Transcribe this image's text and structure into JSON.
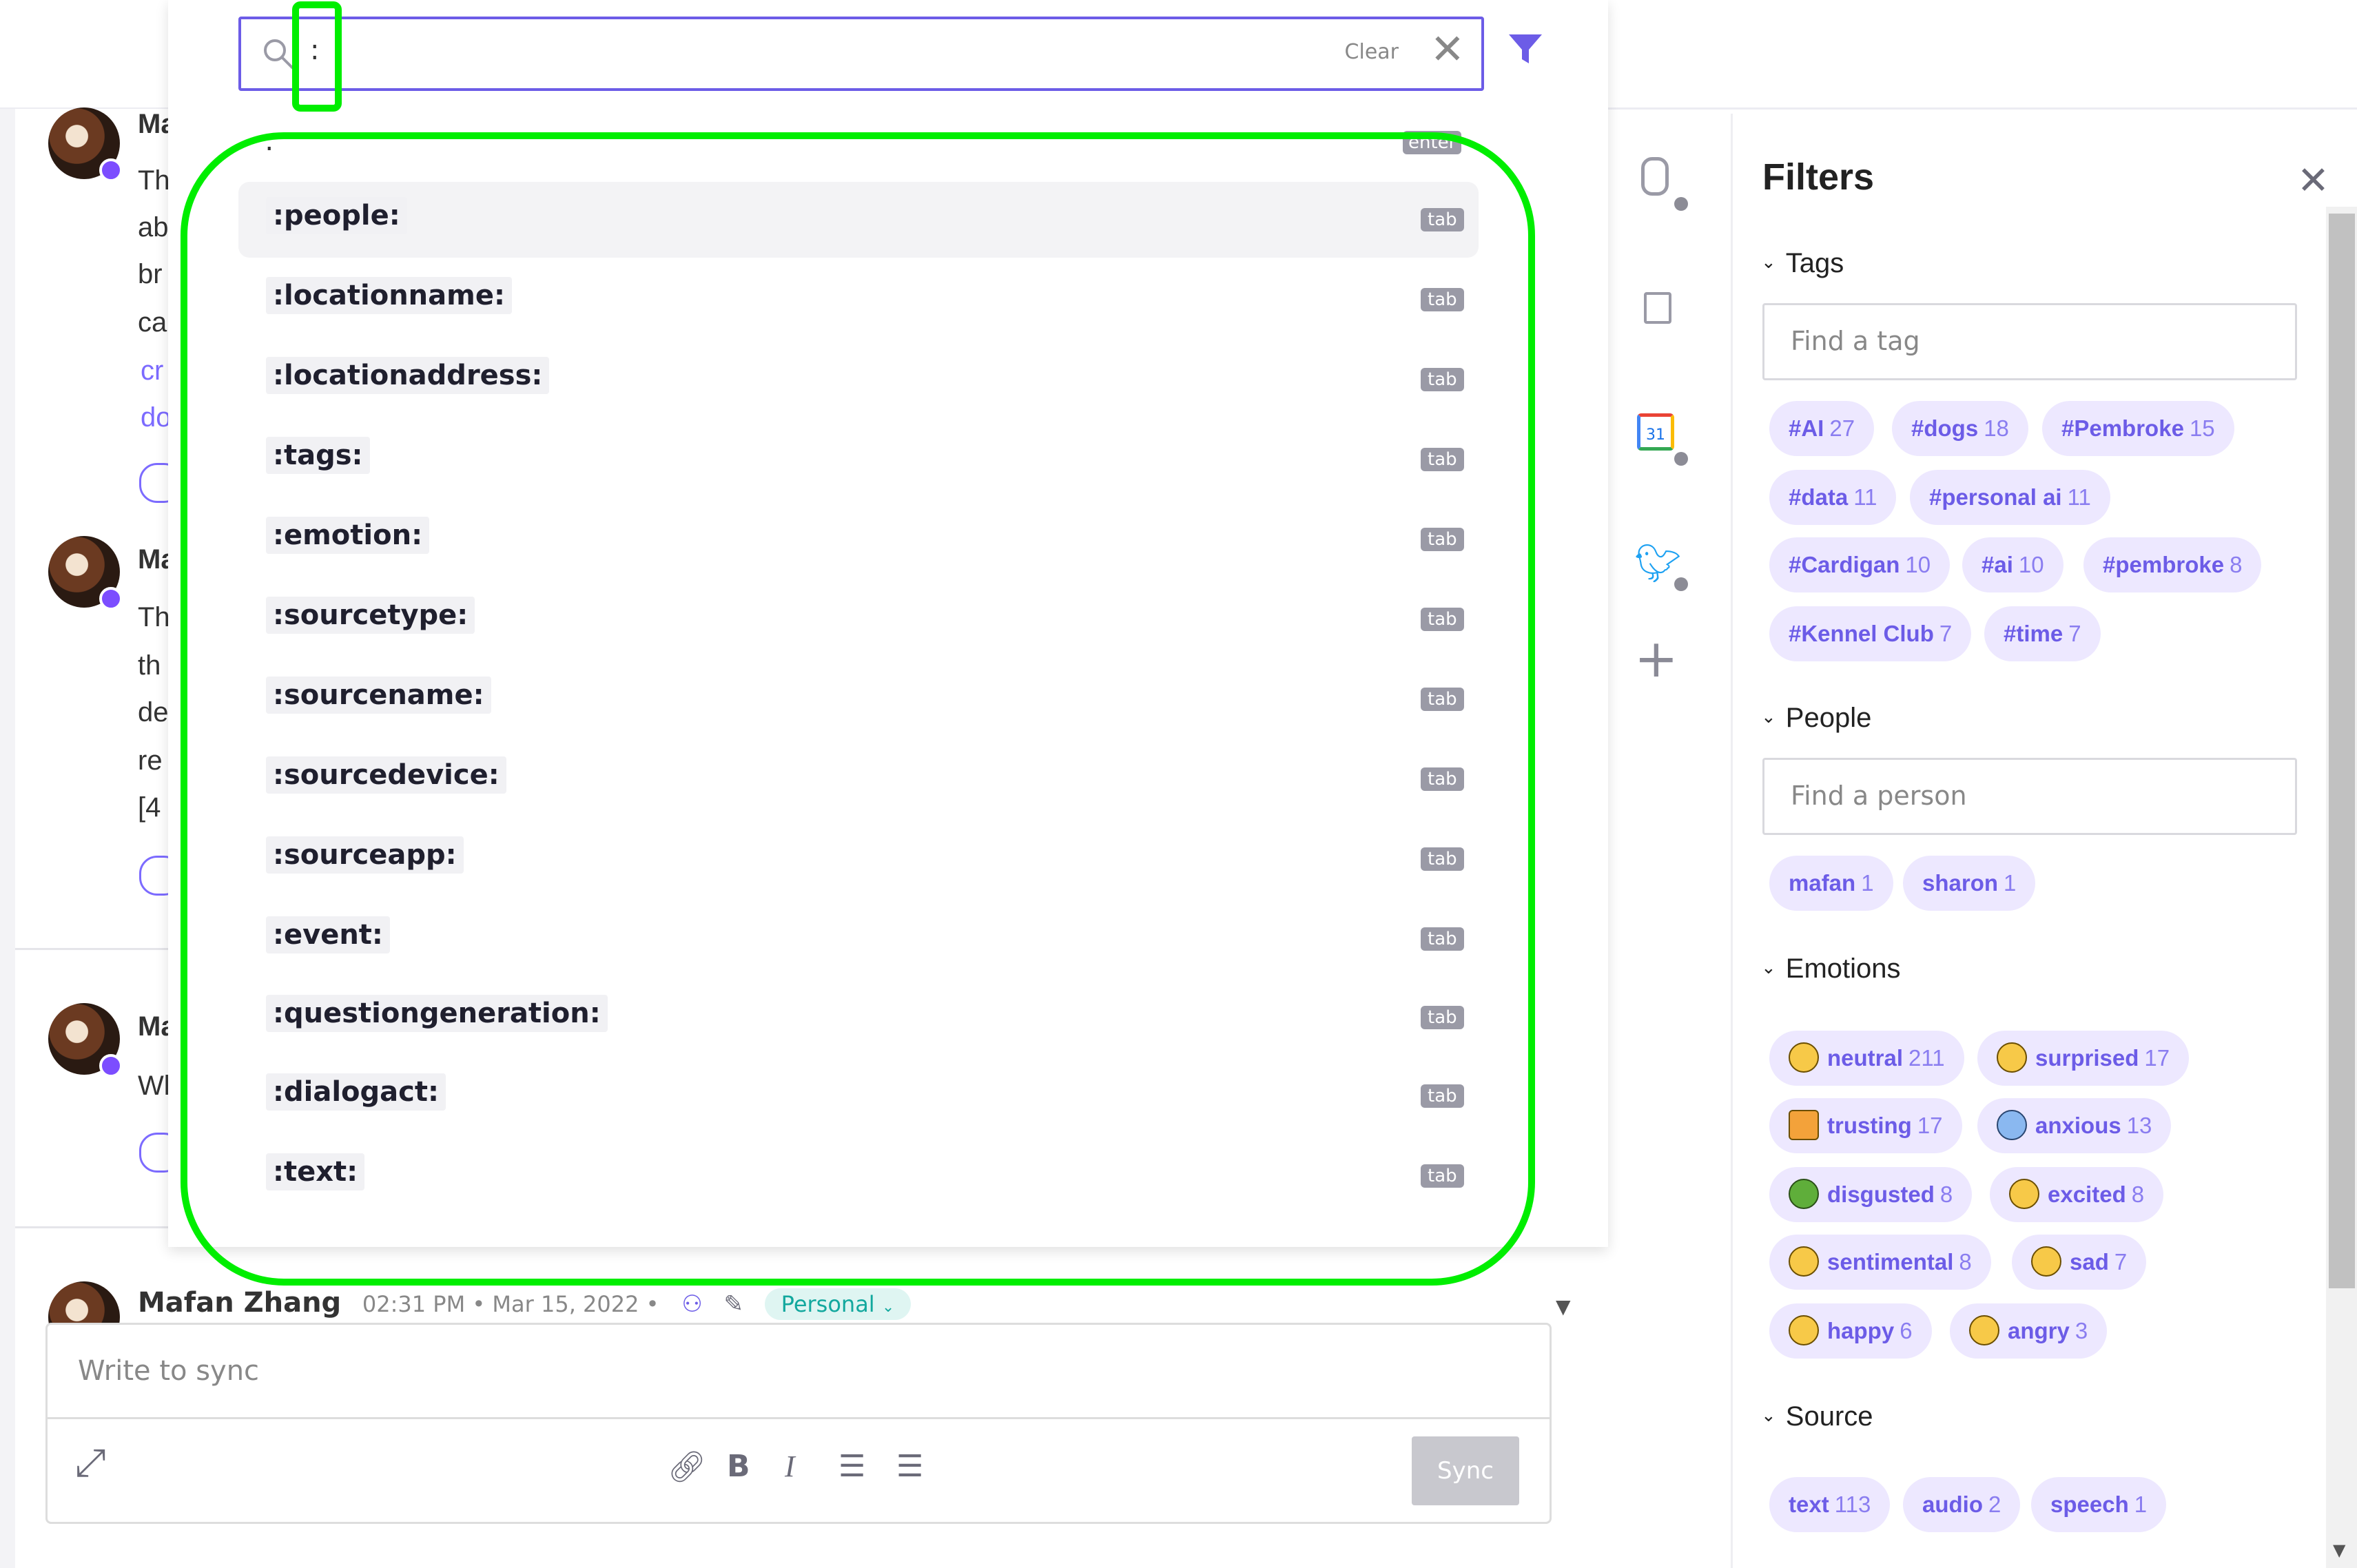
{
  "search": {
    "value": ":",
    "clear_label": "Clear"
  },
  "suggestions": {
    "current_text": ":",
    "enter_badge": "enter",
    "items": [
      {
        "label": ":people:",
        "badge": "tab"
      },
      {
        "label": ":locationname:",
        "badge": "tab"
      },
      {
        "label": ":locationaddress:",
        "badge": "tab"
      },
      {
        "label": ":tags:",
        "badge": "tab"
      },
      {
        "label": ":emotion:",
        "badge": "tab"
      },
      {
        "label": ":sourcetype:",
        "badge": "tab"
      },
      {
        "label": ":sourcename:",
        "badge": "tab"
      },
      {
        "label": ":sourcedevice:",
        "badge": "tab"
      },
      {
        "label": ":sourceapp:",
        "badge": "tab"
      },
      {
        "label": ":event:",
        "badge": "tab"
      },
      {
        "label": ":questiongeneration:",
        "badge": "tab"
      },
      {
        "label": ":dialogact:",
        "badge": "tab"
      },
      {
        "label": ":text:",
        "badge": "tab"
      }
    ]
  },
  "feed": {
    "post1": {
      "name": "Ma",
      "lines": [
        "Th",
        "ab",
        "br",
        "ca"
      ],
      "links": [
        "cr",
        "do"
      ]
    },
    "post2": {
      "name": "Ma",
      "lines": [
        "Th",
        "th",
        "de",
        "re",
        "[4"
      ]
    },
    "post3": {
      "name": "Ma",
      "lines": [
        "Wl"
      ]
    }
  },
  "compose": {
    "author": "Mafan Zhang",
    "timestamp": "02:31 PM • Mar 15, 2022 •",
    "category": "Personal",
    "placeholder": "Write to sync",
    "sync_label": "Sync"
  },
  "filters": {
    "title": "Filters",
    "tags": {
      "heading": "Tags",
      "placeholder": "Find a tag",
      "chips": [
        {
          "label": "#AI",
          "count": "27"
        },
        {
          "label": "#dogs",
          "count": "18"
        },
        {
          "label": "#Pembroke",
          "count": "15"
        },
        {
          "label": "#data",
          "count": "11"
        },
        {
          "label": "#personal ai",
          "count": "11"
        },
        {
          "label": "#Cardigan",
          "count": "10"
        },
        {
          "label": "#ai",
          "count": "10"
        },
        {
          "label": "#pembroke",
          "count": "8"
        },
        {
          "label": "#Kennel Club",
          "count": "7"
        },
        {
          "label": "#time",
          "count": "7"
        }
      ]
    },
    "people": {
      "heading": "People",
      "placeholder": "Find a person",
      "chips": [
        {
          "label": "mafan",
          "count": "1"
        },
        {
          "label": "sharon",
          "count": "1"
        }
      ]
    },
    "emotions": {
      "heading": "Emotions",
      "chips": [
        {
          "label": "neutral",
          "count": "211",
          "icon": "neutral-face-icon"
        },
        {
          "label": "surprised",
          "count": "17",
          "icon": "surprised-face-icon"
        },
        {
          "label": "trusting",
          "count": "17",
          "icon": "handshake-icon"
        },
        {
          "label": "anxious",
          "count": "13",
          "icon": "anxious-face-icon"
        },
        {
          "label": "disgusted",
          "count": "8",
          "icon": "disgusted-face-icon"
        },
        {
          "label": "excited",
          "count": "8",
          "icon": "star-eyes-face-icon"
        },
        {
          "label": "sentimental",
          "count": "8",
          "icon": "sentimental-face-icon"
        },
        {
          "label": "sad",
          "count": "7",
          "icon": "sad-face-icon"
        },
        {
          "label": "happy",
          "count": "6",
          "icon": "happy-face-icon"
        },
        {
          "label": "angry",
          "count": "3",
          "icon": "angry-face-icon"
        }
      ]
    },
    "source": {
      "heading": "Source",
      "chips": [
        {
          "label": "text",
          "count": "113"
        },
        {
          "label": "audio",
          "count": "2"
        },
        {
          "label": "speech",
          "count": "1"
        }
      ]
    }
  },
  "colors": {
    "accent": "#6c5ce7",
    "chip_bg": "#ede8ff",
    "annotation": "#00ee00",
    "personal_tag": "#13a89e"
  }
}
